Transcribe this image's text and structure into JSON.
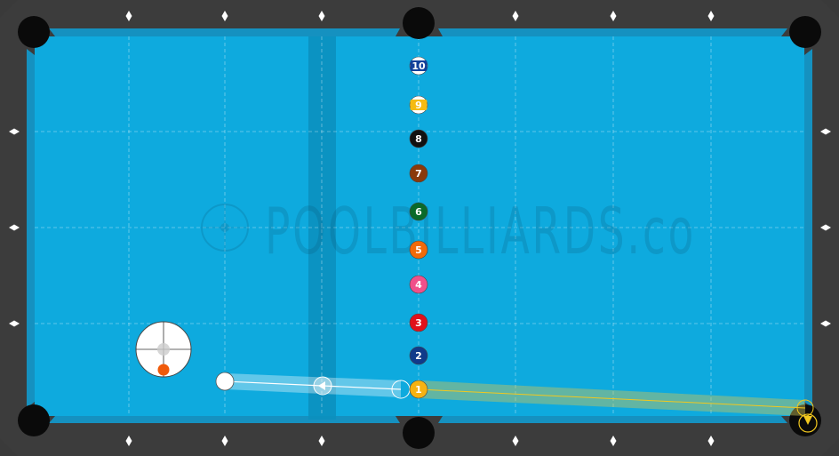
{
  "watermark": {
    "text": "POOLBILLIARDS.co"
  },
  "colors": {
    "rail": "#3c3c3c",
    "cushion": "#1591c0",
    "cloth": "#0eaade",
    "kitchen_zone": "#0b8fbd",
    "pocket": "#0a0a0a",
    "diamond": "#ffffff",
    "aim_line": "#ffffff",
    "object_path": "#f2c81e",
    "spin_dot": "#f05a0a"
  },
  "balls": [
    {
      "number": "10",
      "color": "#12409a",
      "stripe": true,
      "name": "ball-10"
    },
    {
      "number": "9",
      "color": "#f5bb12",
      "stripe": true,
      "name": "ball-9"
    },
    {
      "number": "8",
      "color": "#111111",
      "stripe": false,
      "name": "ball-8"
    },
    {
      "number": "7",
      "color": "#8a3a0a",
      "stripe": false,
      "name": "ball-7"
    },
    {
      "number": "6",
      "color": "#0a6a2a",
      "stripe": false,
      "name": "ball-6"
    },
    {
      "number": "5",
      "color": "#f06a0a",
      "stripe": false,
      "name": "ball-5"
    },
    {
      "number": "4",
      "color": "#f0508a",
      "stripe": false,
      "name": "ball-4"
    },
    {
      "number": "3",
      "color": "#e0101a",
      "stripe": false,
      "name": "ball-3"
    },
    {
      "number": "2",
      "color": "#103a8a",
      "stripe": false,
      "name": "ball-2"
    },
    {
      "number": "1",
      "color": "#f5b212",
      "stripe": false,
      "name": "ball-1"
    }
  ],
  "cue_ball": {
    "color": "#ffffff"
  },
  "spin_indicator": {
    "offset_below_center": 0.75
  }
}
